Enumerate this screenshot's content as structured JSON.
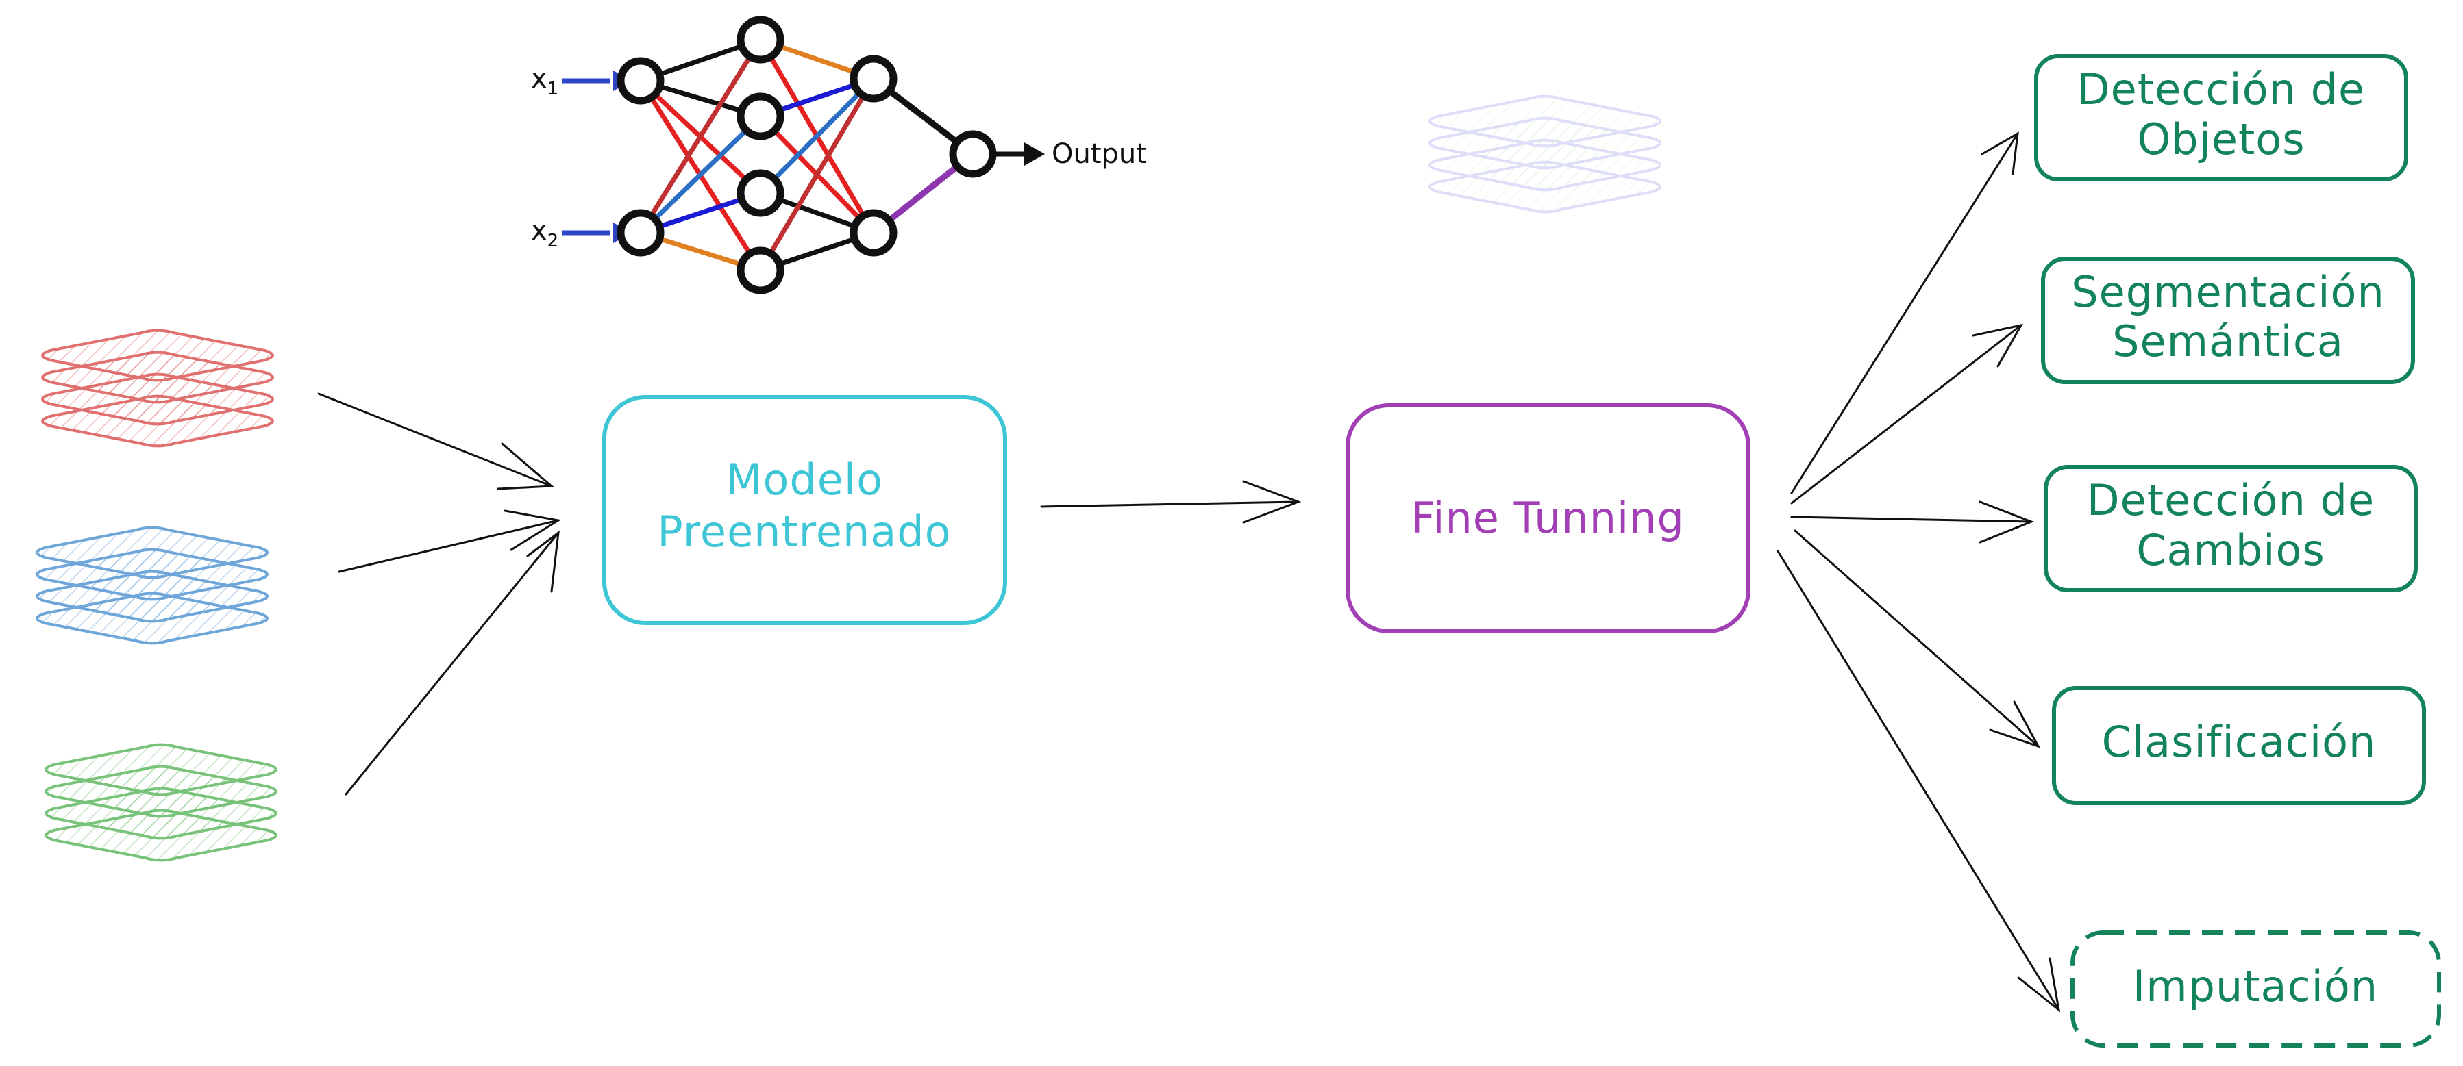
{
  "colors": {
    "pretrained": "#3ec6d6",
    "finetune": "#a23fb5",
    "task": "#13845a",
    "stack_red": "#e07070",
    "stack_blue": "#6fa6da",
    "stack_green": "#79c27a",
    "arrow": "#111111"
  },
  "icons": {
    "network": "neural-network-icon",
    "stack": "layer-stack-icon"
  },
  "network": {
    "input_1": "x",
    "input_1_sub": "1",
    "input_2": "x",
    "input_2_sub": "2",
    "output_label": "Output"
  },
  "pretrained_model": {
    "line1": "Modelo",
    "line2": "Preentrenado"
  },
  "finetune": {
    "label": "Fine Tunning"
  },
  "tasks": [
    {
      "line1": "Detección de",
      "line2": "Objetos"
    },
    {
      "line1": "Segmentación",
      "line2": "Semántica"
    },
    {
      "line1": "Detección de",
      "line2": "Cambios"
    },
    {
      "line1": "Clasificación",
      "line2": ""
    },
    {
      "line1": "Imputación",
      "line2": "",
      "dashed": true
    }
  ]
}
